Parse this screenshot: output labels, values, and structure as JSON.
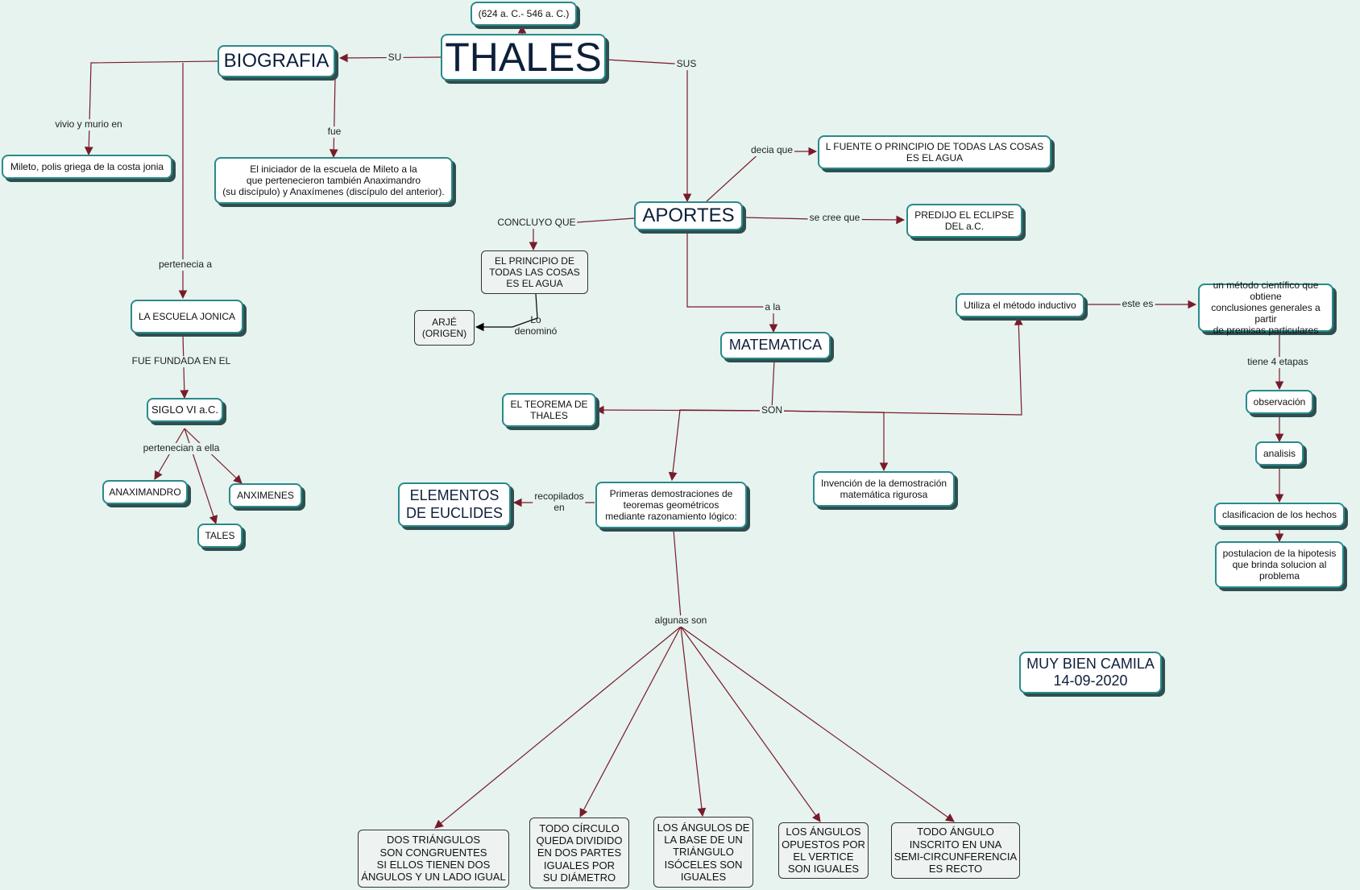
{
  "nodes": {
    "thales": "THALES",
    "dates": "(624 a. C.- 546 a. C.)",
    "biografia": "BIOGRAFIA",
    "mileto": "Mileto, polis griega de la costa jonia",
    "iniciador": "El iniciador de la escuela de Mileto a la\nque pertenecieron también Anaximandro\n(su discípulo) y Anaxímenes (discípulo del anterior).",
    "escuela": "LA ESCUELA JONICA",
    "siglo": "SIGLO VI a.C.",
    "anaximandro": "ANAXIMANDRO",
    "anximenes": "ANXIMENES",
    "tales": "TALES",
    "aportes": "APORTES",
    "fuente": "L FUENTE O PRINCIPIO DE TODAS LAS COSAS\nES EL AGUA",
    "eclipse": "PREDIJO EL ECLIPSE\nDEL a.C.",
    "principio": "EL PRINCIPIO DE\nTODAS LAS COSAS\nES EL AGUA",
    "arje": "ARJÉ\n(ORIGEN)",
    "matematica": "MATEMATICA",
    "teorema": "EL TEOREMA DE\nTHALES",
    "inductivo": "Utiliza el método inductivo",
    "metodo": "un método científico que obtiene\nconclusiones generales a partir\nde premisas particulares",
    "observacion": "observación",
    "analisis": "analisis",
    "clasificacion": "clasificacion de los hechos",
    "postulacion": "postulacion de la hipotesis\nque brinda solucion al\nproblema",
    "invencion": "Invención de la demostración\nmatemática rigurosa",
    "primeras": "Primeras demostraciones de\nteoremas geométricos\nmediante razonamiento lógico:",
    "elementos": "ELEMENTOS\nDE EUCLIDES",
    "muybien": "MUY BIEN CAMILA\n14-09-2020",
    "t1": "DOS TRIÁNGULOS\nSON CONGRUENTES\nSI ELLOS TIENEN DOS\nÁNGULOS Y UN LADO IGUAL",
    "t2": "TODO CÍRCULO\nQUEDA DIVIDIDO\nEN DOS PARTES\nIGUALES POR\nSU DIÁMETRO",
    "t3": "LOS ÁNGULOS DE\nLA BASE DE UN\nTRIÁNGULO\nISÓCELES SON\nIGUALES",
    "t4": "LOS ÁNGULOS\nOPUESTOS POR\nEL VERTICE\nSON IGUALES",
    "t5": "TODO ÁNGULO\nINSCRITO EN UNA\nSEMI-CIRCUNFERENCIA\nES RECTO"
  },
  "labels": {
    "su": "SU",
    "sus": "SUS",
    "vivio": "vivio y murio en",
    "fue": "fue",
    "pertenecia": "pertenecia a",
    "fundada": "FUE FUNDADA EN EL",
    "pertenecian": "pertenecian a ella",
    "decia": "decia que",
    "secree": "se cree que",
    "concluyo": "CONCLUYO QUE",
    "lo": "Lo\ndenominó",
    "ala": "a la",
    "son": "SON",
    "estees": "este es",
    "tiene4": "tiene 4 etapas",
    "recopilados": "recopilados\nen",
    "algunas": "algunas son"
  },
  "colors": {
    "background": "#e6f3ef",
    "edge": "#7a1a2a",
    "border": "#2a8a8a"
  }
}
